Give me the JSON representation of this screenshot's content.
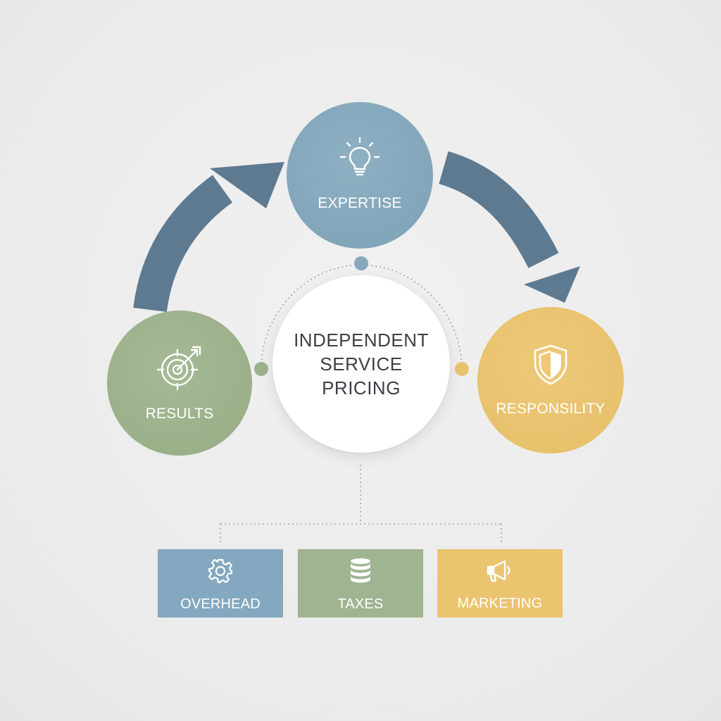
{
  "center": {
    "line1": "INDEPENDENT",
    "line2": "SERVICE",
    "line3": "PRICING"
  },
  "nodes": {
    "expertise": {
      "label": "EXPERTISE",
      "icon": "lightbulb-icon",
      "color": "#87a9bd"
    },
    "results": {
      "label": "RESULTS",
      "icon": "target-icon",
      "color": "#9db28d"
    },
    "responsibility": {
      "label": "RESPONSILITY",
      "icon": "shield-icon",
      "color": "#e9c46e"
    }
  },
  "components": {
    "overhead": {
      "label": "OVERHEAD",
      "icon": "gear-icon",
      "color": "#84a8bf"
    },
    "taxes": {
      "label": "TAXES",
      "icon": "coin-stack-icon",
      "color": "#9fb491"
    },
    "marketing": {
      "label": "MARKETING",
      "icon": "megaphone-icon",
      "color": "#eac46f"
    }
  },
  "colors": {
    "arrow": "#5e7a91",
    "background": "#ededed"
  }
}
